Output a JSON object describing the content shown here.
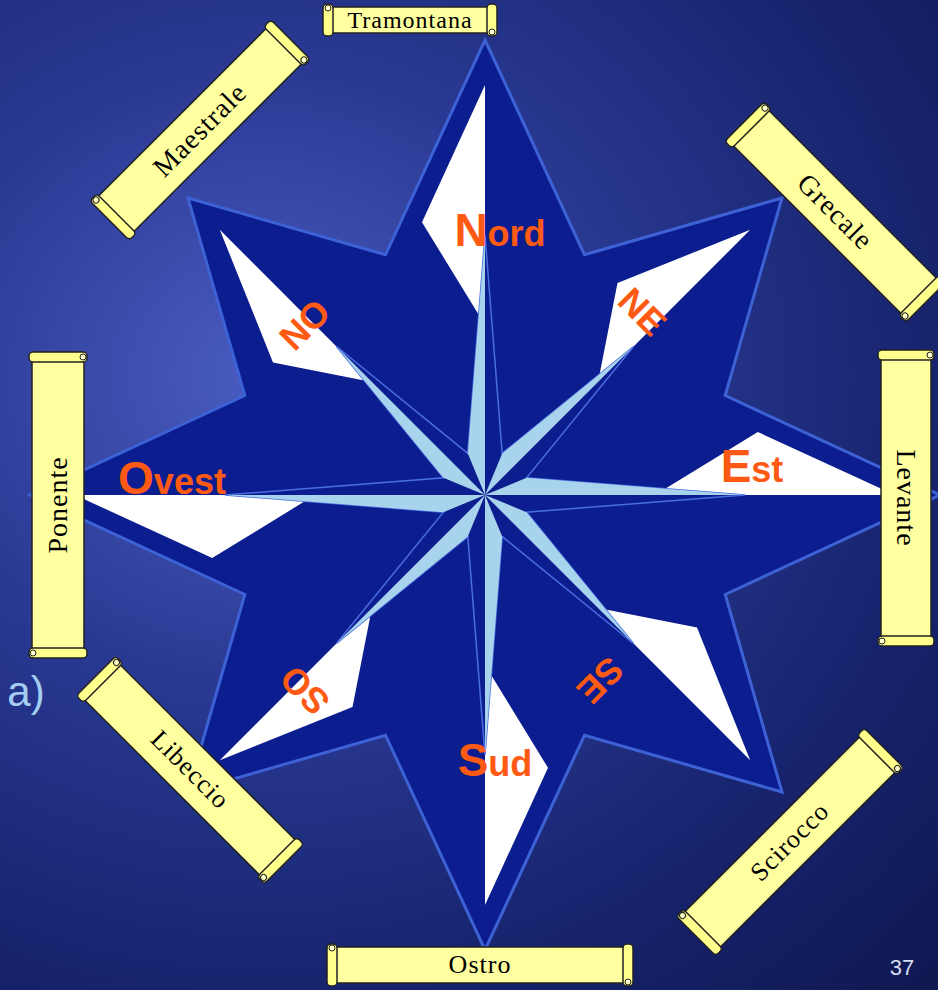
{
  "diagram": {
    "nodes": [
      {
        "text": [
          "Tramontana"
        ]
      },
      {
        "text": [
          "Maestrale"
        ]
      },
      {
        "text": [
          "Grecale"
        ]
      },
      {
        "text": [
          "Ponente"
        ]
      },
      {
        "text": [
          "Levante"
        ]
      },
      {
        "text": [
          "Libeccio"
        ]
      },
      {
        "text": [
          "Scirocco"
        ]
      },
      {
        "text": [
          "Ostro"
        ]
      }
    ],
    "labels": [
      "Nord",
      "NO",
      "NE",
      "Ovest",
      "Est",
      "a)",
      "SO",
      "SE",
      "Sud",
      "37"
    ]
  }
}
